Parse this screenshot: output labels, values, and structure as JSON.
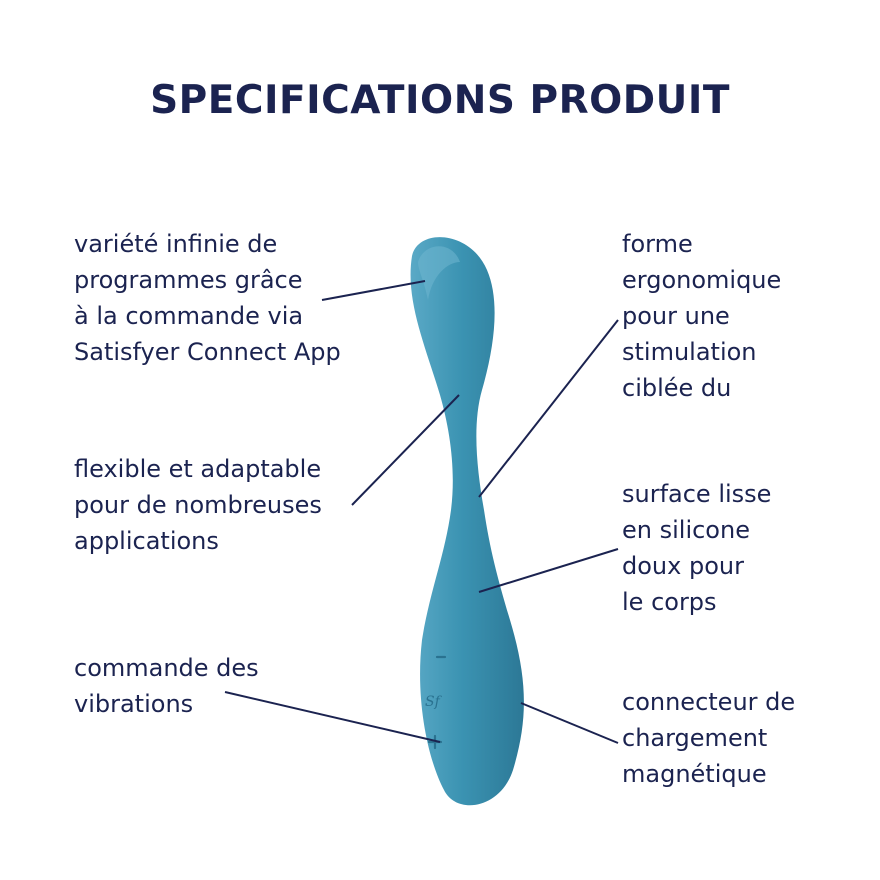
{
  "title": "SPECIFICATIONS PRODUIT",
  "callouts": {
    "left": [
      {
        "lines": [
          "variété infinie de",
          "programmes grâce",
          "à la commande via",
          "Satisfyer Connect App"
        ]
      },
      {
        "lines": [
          "flexible et adaptable",
          "pour de nombreuses",
          "applications"
        ]
      },
      {
        "lines": [
          "commande des",
          "vibrations"
        ]
      }
    ],
    "right": [
      {
        "lines": [
          "forme",
          "ergonomique",
          "pour une",
          "stimulation",
          "ciblée du"
        ]
      },
      {
        "lines": [
          "surface lisse",
          "en silicone",
          "doux pour",
          "le corps"
        ]
      },
      {
        "lines": [
          "connecteur de",
          "chargement",
          "magnétique"
        ]
      }
    ]
  },
  "product": {
    "color": "#3b93b2",
    "highlight_color": "#6fb6cf",
    "shadow_color": "#2c7896",
    "leader_line_color": "#1b2350",
    "button_icons": [
      "minus-icon",
      "satisfyer-logo-icon",
      "plus-icon"
    ]
  },
  "colors": {
    "text": "#1b2350",
    "background": "#ffffff"
  }
}
